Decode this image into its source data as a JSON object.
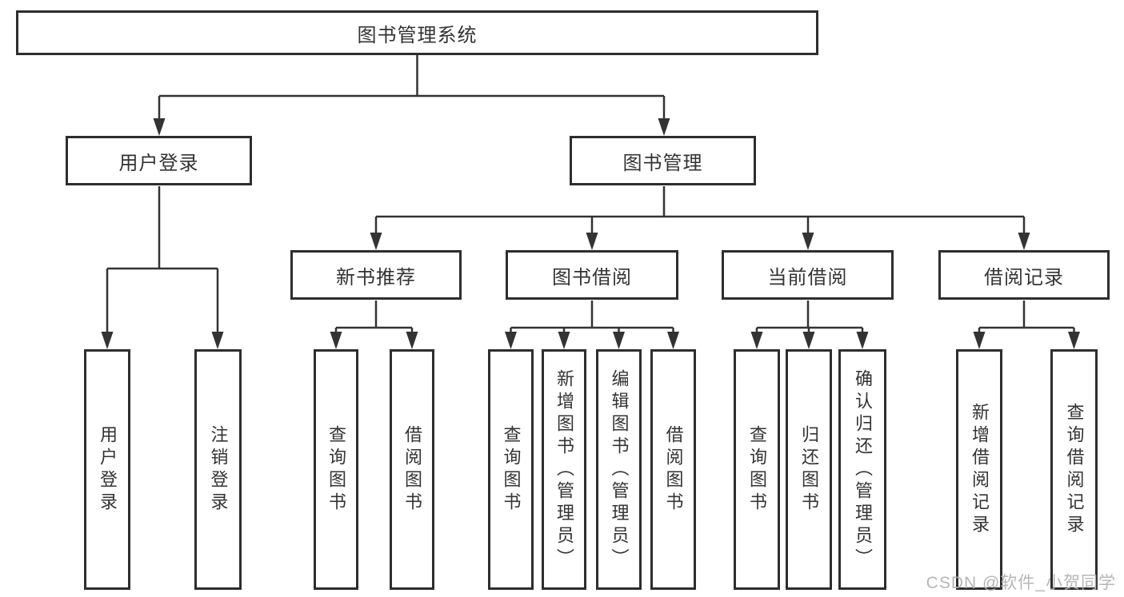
{
  "diagram": {
    "root": "图书管理系统",
    "login": {
      "label": "用户登录",
      "children": [
        "用户登录",
        "注销登录"
      ]
    },
    "management": {
      "label": "图书管理"
    },
    "modules": [
      {
        "label": "新书推荐",
        "children": [
          "查询图书",
          "借阅图书"
        ]
      },
      {
        "label": "图书借阅",
        "children": [
          "查询图书",
          "新增图书（管理员）",
          "编辑图书（管理员）",
          "借阅图书"
        ]
      },
      {
        "label": "当前借阅",
        "children": [
          "查询图书",
          "归还图书",
          "确认归还（管理员）"
        ]
      },
      {
        "label": "借阅记录",
        "children": [
          "新增借阅记录",
          "查询借阅记录"
        ]
      }
    ]
  },
  "watermark": "CSDN @软件_小贺同学",
  "colors": {
    "line": "#333333",
    "box_border": "#2d2d2d",
    "text": "#333333",
    "watermark": "#b2b2b2",
    "background": "#ffffff"
  }
}
